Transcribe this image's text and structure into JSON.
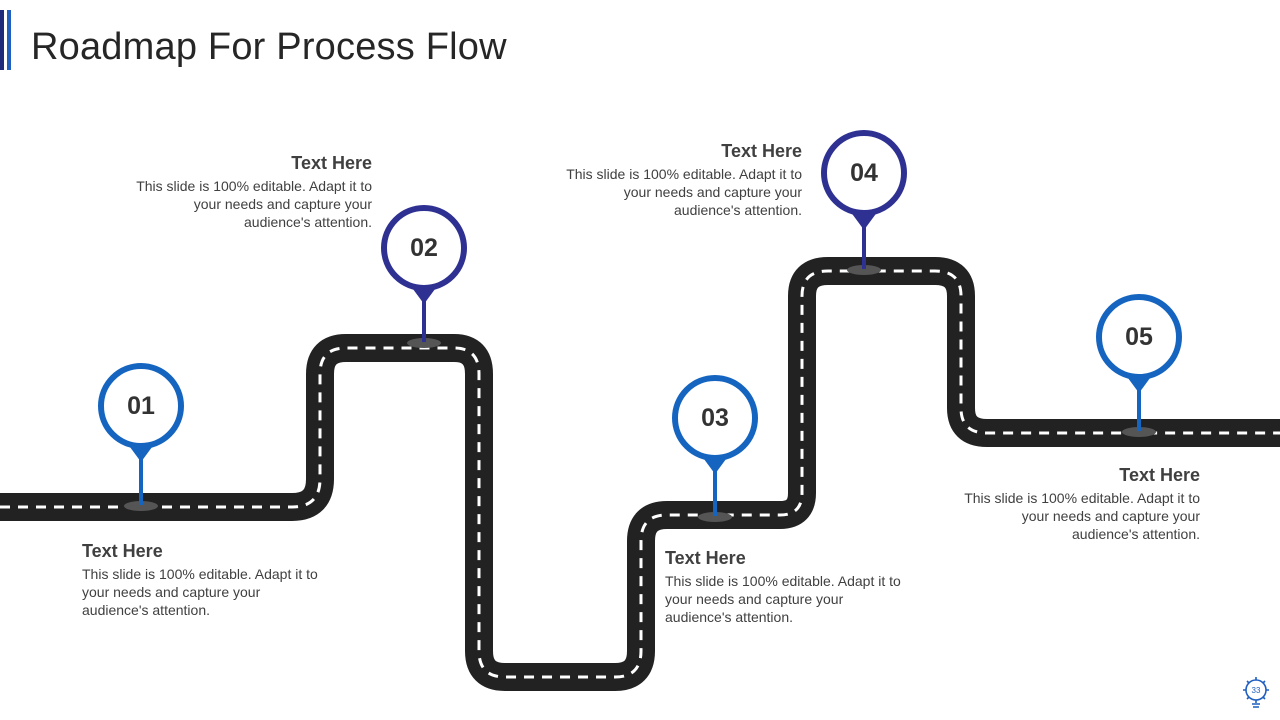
{
  "slide": {
    "title": "Roadmap For Process Flow",
    "page_number": "33"
  },
  "colors": {
    "accent_dark": "#2e3192",
    "accent_blue": "#1565c0",
    "road": "#222222",
    "text": "#404040"
  },
  "steps": [
    {
      "number": "01",
      "heading": "Text Here",
      "body": "This slide is 100% editable. Adapt it to your needs and capture your audience's attention."
    },
    {
      "number": "02",
      "heading": "Text Here",
      "body": "This slide is 100% editable. Adapt it to your needs and capture your audience's attention."
    },
    {
      "number": "03",
      "heading": "Text Here",
      "body": "This slide is 100% editable. Adapt it to your needs and capture your audience's attention."
    },
    {
      "number": "04",
      "heading": "Text Here",
      "body": "This slide is 100% editable. Adapt it to your needs and capture your audience's attention."
    },
    {
      "number": "05",
      "heading": "Text Here",
      "body": "This slide is 100% editable. Adapt it to your needs and capture your audience's attention."
    }
  ],
  "icons": {
    "page_badge": "gear-lightbulb-icon"
  }
}
